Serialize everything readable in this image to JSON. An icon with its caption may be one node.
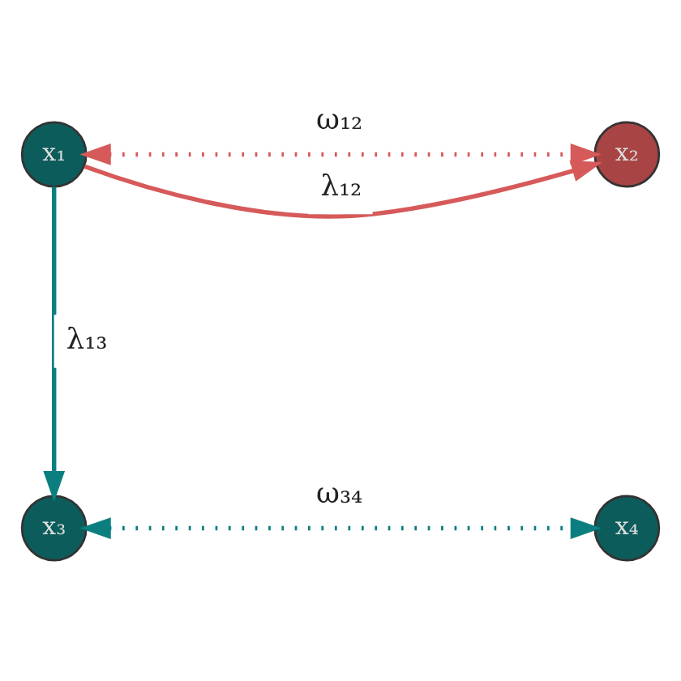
{
  "diagram": {
    "nodes": [
      {
        "text": [
          "x₁"
        ]
      },
      {
        "text": [
          "x₂"
        ]
      },
      {
        "text": [
          "x₃"
        ]
      },
      {
        "text": [
          "x₄"
        ]
      }
    ],
    "edges": [
      {
        "from": 0,
        "to": 1,
        "arrow": "both",
        "label": "ω₁₂",
        "style": "dashed",
        "color": "#d65a5a"
      },
      {
        "from": 0,
        "to": 1,
        "arrow": "to",
        "label": "λ₁₂",
        "color": "#d65a5a"
      },
      {
        "from": 0,
        "to": 2,
        "arrow": "to",
        "label": "λ₁₃",
        "color": "#0b7f7f"
      },
      {
        "from": 2,
        "to": 3,
        "arrow": "both",
        "label": "ω₃₄",
        "style": "dashed",
        "color": "#0b7f7f"
      }
    ]
  }
}
